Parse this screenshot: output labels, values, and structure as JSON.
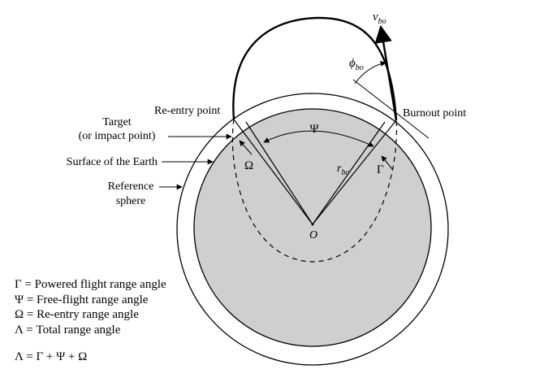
{
  "labels": {
    "v_bo": {
      "main": "v",
      "sub": "bo"
    },
    "phi_bo": {
      "main": "ϕ",
      "sub": "bo"
    },
    "reentry_point": "Re-entry point",
    "burnout_point": "Burnout point",
    "target_line1": "Target",
    "target_line2": "(or impact point)",
    "surface": "Surface of the Earth",
    "reference_line1": "Reference",
    "reference_line2": "sphere",
    "psi": "Ψ",
    "omega": "Ω",
    "gamma": "Γ",
    "r_bo": {
      "main": "r",
      "sub": "bo"
    },
    "center": "O"
  },
  "legend": [
    "Γ = Powered flight range angle",
    "Ψ = Free-flight range angle",
    "Ω = Re-entry range angle",
    "Λ = Total range angle"
  ],
  "equation": "Λ = Γ + Ψ + Ω",
  "colors": {
    "earth_fill": "#cfcfcf",
    "stroke": "#000000",
    "background": "#ffffff"
  }
}
